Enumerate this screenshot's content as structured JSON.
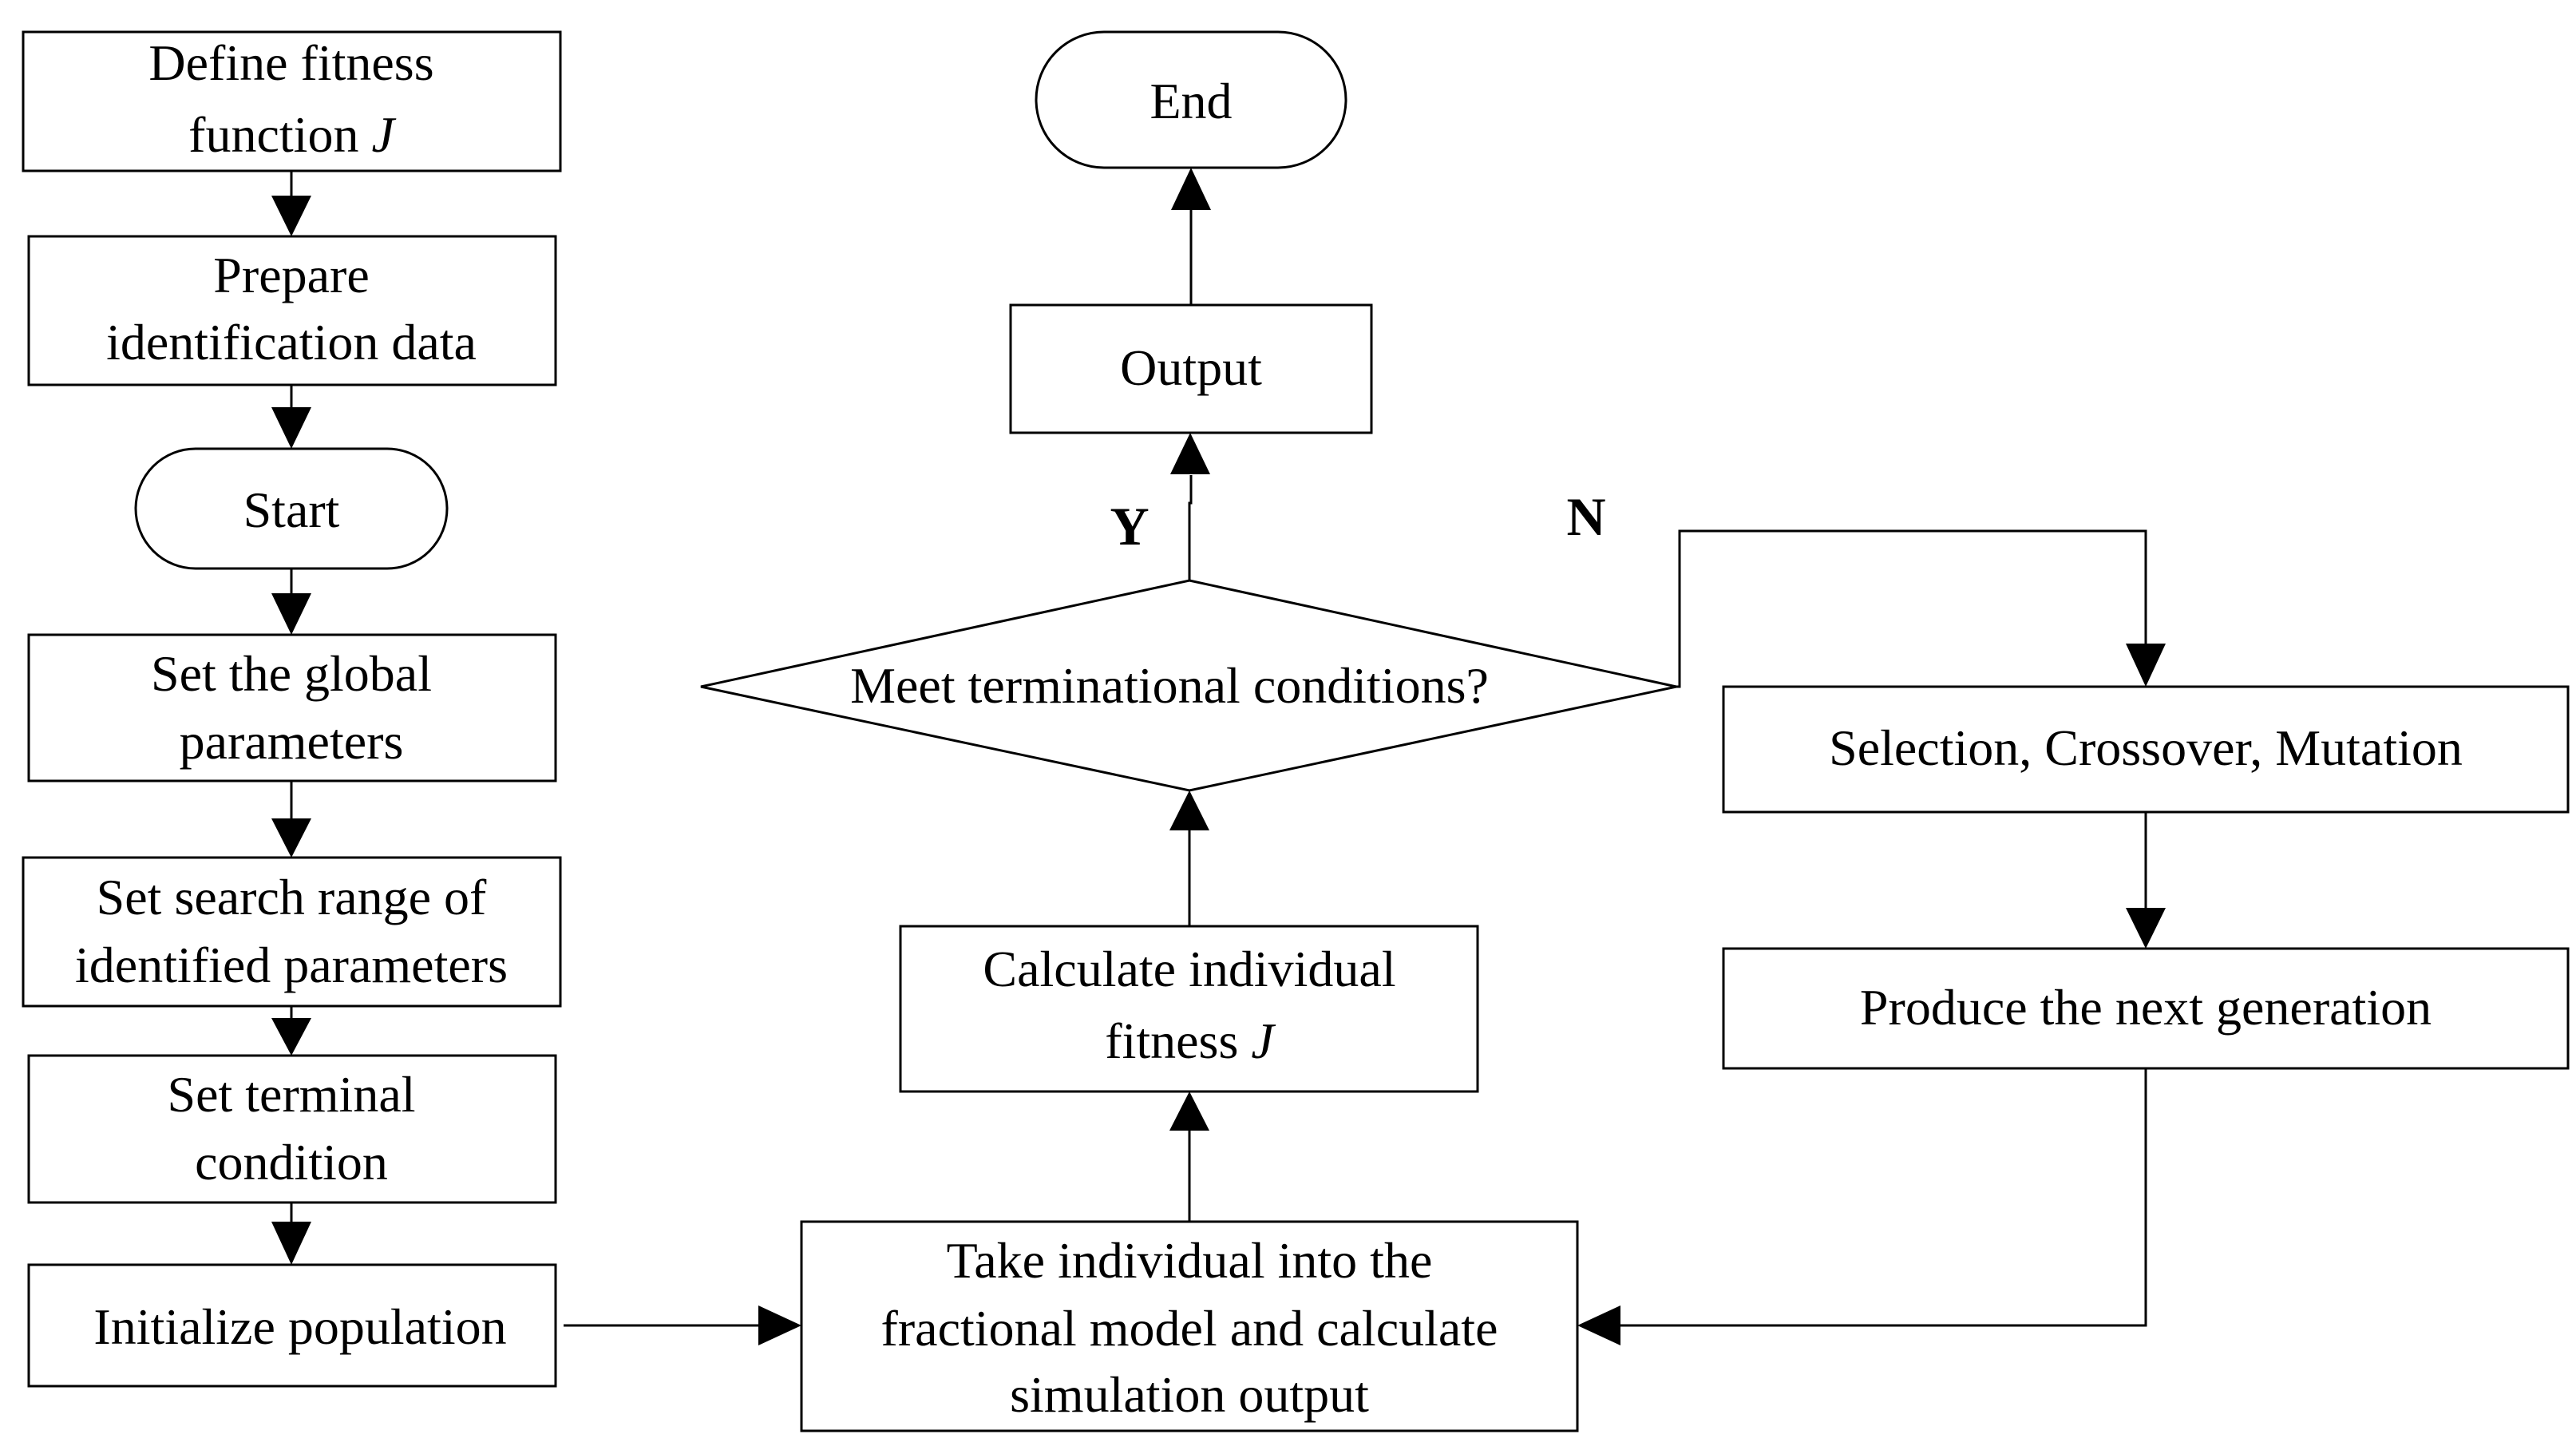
{
  "nodes": {
    "define_fitness": {
      "line1": "Define fitness",
      "line2": "function ",
      "symbol": "J"
    },
    "prepare_data": {
      "line1": "Prepare",
      "line2": "identification data"
    },
    "start": {
      "label": "Start"
    },
    "global_params": {
      "line1": "Set the global",
      "line2": "parameters"
    },
    "search_range": {
      "line1": "Set search range of",
      "line2": "identified parameters"
    },
    "terminal_condition": {
      "line1": "Set terminal",
      "line2": "condition"
    },
    "init_population": {
      "label": "Initialize population"
    },
    "take_individual": {
      "line1": "Take individual  into the",
      "line2": "fractional model and calculate",
      "line3": "simulation output"
    },
    "calc_fitness": {
      "line1": "Calculate individual",
      "line2": "fitness ",
      "symbol": "J"
    },
    "decision": {
      "label": "Meet terminational conditions?"
    },
    "output": {
      "label": "Output"
    },
    "end": {
      "label": "End"
    },
    "genetic_ops": {
      "label": "Selection, Crossover, Mutation"
    },
    "next_generation": {
      "label": "Produce the next generation"
    }
  },
  "edge_labels": {
    "yes": "Y",
    "no": "N"
  },
  "colors": {
    "stroke": "#000000",
    "fill": "#ffffff",
    "text": "#000000"
  }
}
